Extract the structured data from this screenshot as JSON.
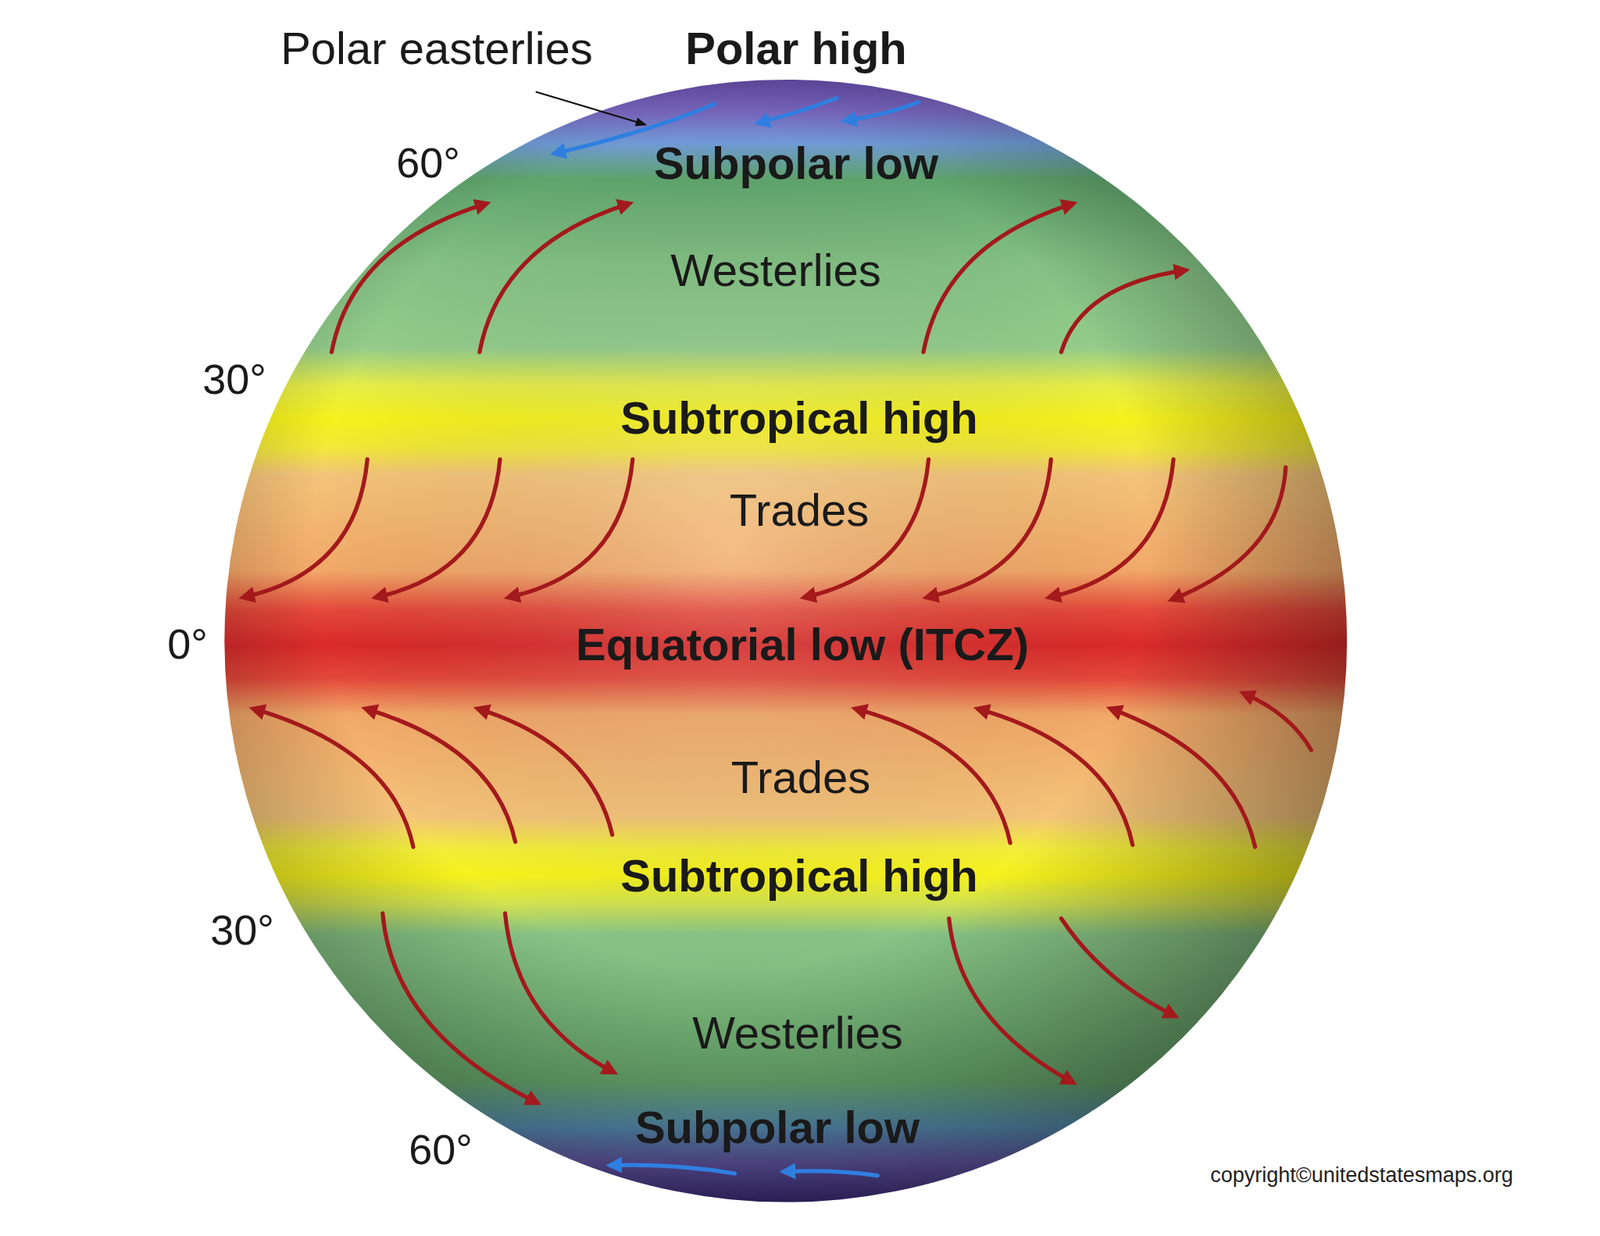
{
  "diagram": {
    "labels": [
      "Polar easterlies",
      "Polar high",
      "60°",
      "Subpolar low",
      "Westerlies",
      "30°",
      "Subtropical high",
      "Trades",
      "0°",
      "Equatorial low (ITCZ)",
      "Trades",
      "Subtropical high",
      "30°",
      "Westerlies",
      "Subpolar low",
      "60°",
      "copyright©unitedstatesmaps.org"
    ]
  }
}
